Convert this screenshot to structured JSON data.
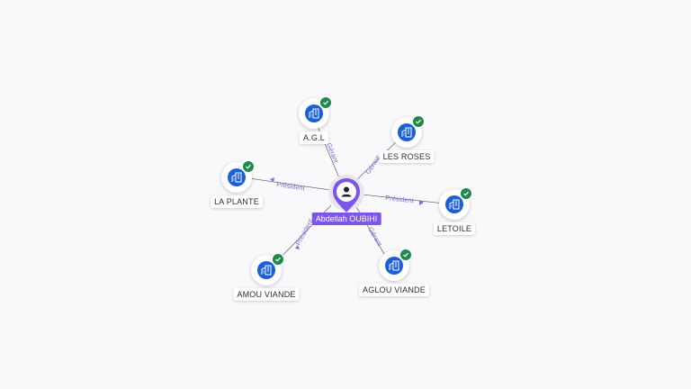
{
  "center_person": {
    "name": "Abdellah OUBIHI",
    "icon": "person-icon"
  },
  "companies": [
    {
      "id": "agl",
      "name": "A.G.L",
      "icon": "building-icon",
      "status": "check-icon"
    },
    {
      "id": "les-roses",
      "name": "LES ROSES",
      "icon": "building-icon",
      "status": "check-icon"
    },
    {
      "id": "la-plante",
      "name": "LA PLANTE",
      "icon": "building-icon",
      "status": "check-icon"
    },
    {
      "id": "letoile",
      "name": "LETOILE",
      "icon": "building-icon",
      "status": "check-icon"
    },
    {
      "id": "amou-viande",
      "name": "AMOU VIANDE",
      "icon": "building-icon",
      "status": "check-icon"
    },
    {
      "id": "aglou-viande",
      "name": "AGLOU VIANDE",
      "icon": "building-icon",
      "status": "check-icon"
    }
  ],
  "relations": [
    {
      "target": "agl",
      "role": "Gérant"
    },
    {
      "target": "les-roses",
      "role": "Gérant"
    },
    {
      "target": "la-plante",
      "role": "Président"
    },
    {
      "target": "letoile",
      "role": "Président"
    },
    {
      "target": "amou-viande",
      "role": "Président"
    },
    {
      "target": "aglou-viande",
      "role": "Gérant"
    }
  ],
  "colors": {
    "background": "#f9f9fc",
    "company_icon": "#1a5fd6",
    "check_badge": "#1f8a4c",
    "person_pin": "#7c55ea",
    "edge_label": "#7b6fe0"
  }
}
